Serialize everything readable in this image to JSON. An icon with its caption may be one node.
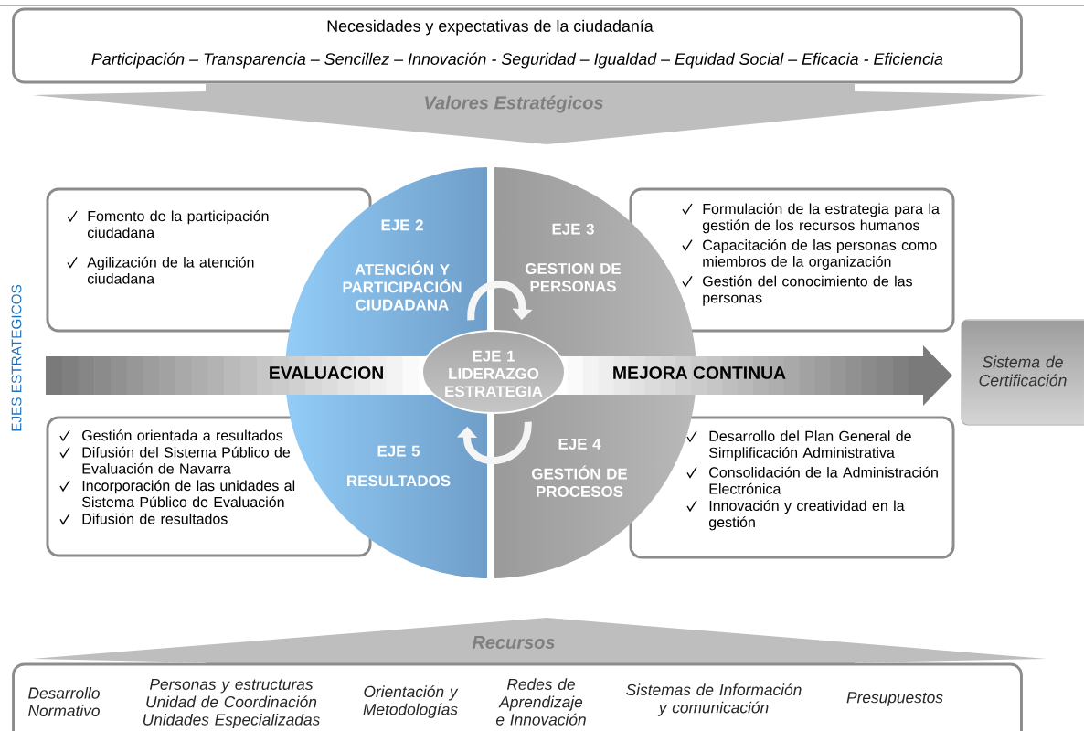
{
  "diagram": {
    "nodes": [
      {
        "text": [
          "Necesidades y expectativas de la ciudadanía",
          "Participación – Transparencia – Sencillez – Innovación - Seguridad – Igualdad – Equidad Social – Eficacia - Eficiencia"
        ]
      },
      {
        "text": [
          "Valores Estratégicos"
        ]
      },
      {
        "text": [
          "Fomento de la participación ciudadana",
          "Agilización de la atención ciudadana"
        ]
      },
      {
        "text": [
          "EJE 2",
          "ATENCIÓN Y PARTICIPACIÓN CIUDADANA"
        ]
      },
      {
        "text": [
          "EJE 3",
          "GESTION DE PERSONAS"
        ]
      },
      {
        "text": [
          "Formulación de la estrategia para la gestión de los recursos humanos",
          "Capacitación de las personas como miembros de la organización",
          "Gestión del conocimiento de las personas"
        ]
      },
      {
        "text": [
          "EVALUACION",
          "MEJORA CONTINUA"
        ]
      },
      {
        "text": [
          "EJE 1",
          "LIDERAZGO ESTRATEGIA"
        ]
      },
      {
        "text": [
          "Gestión orientada a resultados",
          "Difusión del Sistema Público de Evaluación de Navarra",
          "Incorporación de las unidades al Sistema Público de Evaluación",
          "Difusión de resultados"
        ]
      },
      {
        "text": [
          "EJE 5",
          "RESULTADOS"
        ]
      },
      {
        "text": [
          "EJE 4",
          "GESTIÓN DE PROCESOS"
        ]
      },
      {
        "text": [
          "Desarrollo del Plan General de Simplificación Administrativa",
          "Consolidación de la Administración Electrónica",
          "Innovación y creatividad en la gestión"
        ]
      },
      {
        "text": [
          "Sistema de Certificación"
        ]
      },
      {
        "text": [
          "Recursos"
        ]
      },
      {
        "text": [
          "Desarrollo Normativo",
          "Personas y estructuras Unidad de Coordinación Unidades Especializadas",
          "Orientación y Metodologías",
          "Redes de Aprendizaje e Innovación",
          "Sistemas de Información y comunicación",
          "Presupuestos"
        ]
      }
    ],
    "edges": [
      {
        "from": 3,
        "to": 4,
        "arrow": "to"
      },
      {
        "from": 10,
        "to": 9,
        "arrow": "to"
      }
    ],
    "labels": [
      "EJES ESTRATEGICOS"
    ]
  }
}
